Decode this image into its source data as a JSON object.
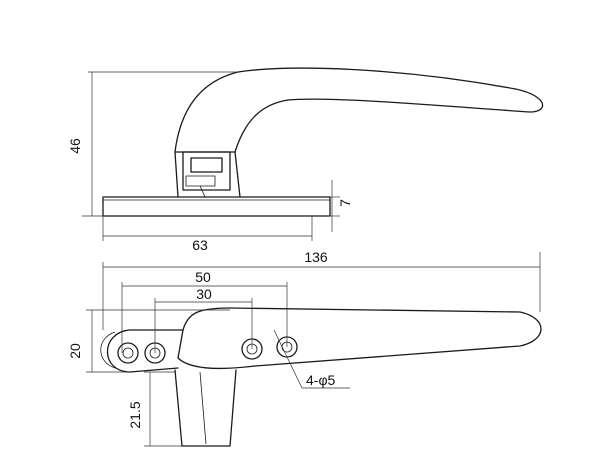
{
  "dimensions": {
    "height_46": "46",
    "base_thickness_7": "7",
    "base_length_63": "63",
    "overall_length_136": "136",
    "hole_span_50": "50",
    "hole_span_30": "30",
    "width_20": "20",
    "spindle_21_5": "21.5",
    "holes_note": "4-φ5"
  }
}
